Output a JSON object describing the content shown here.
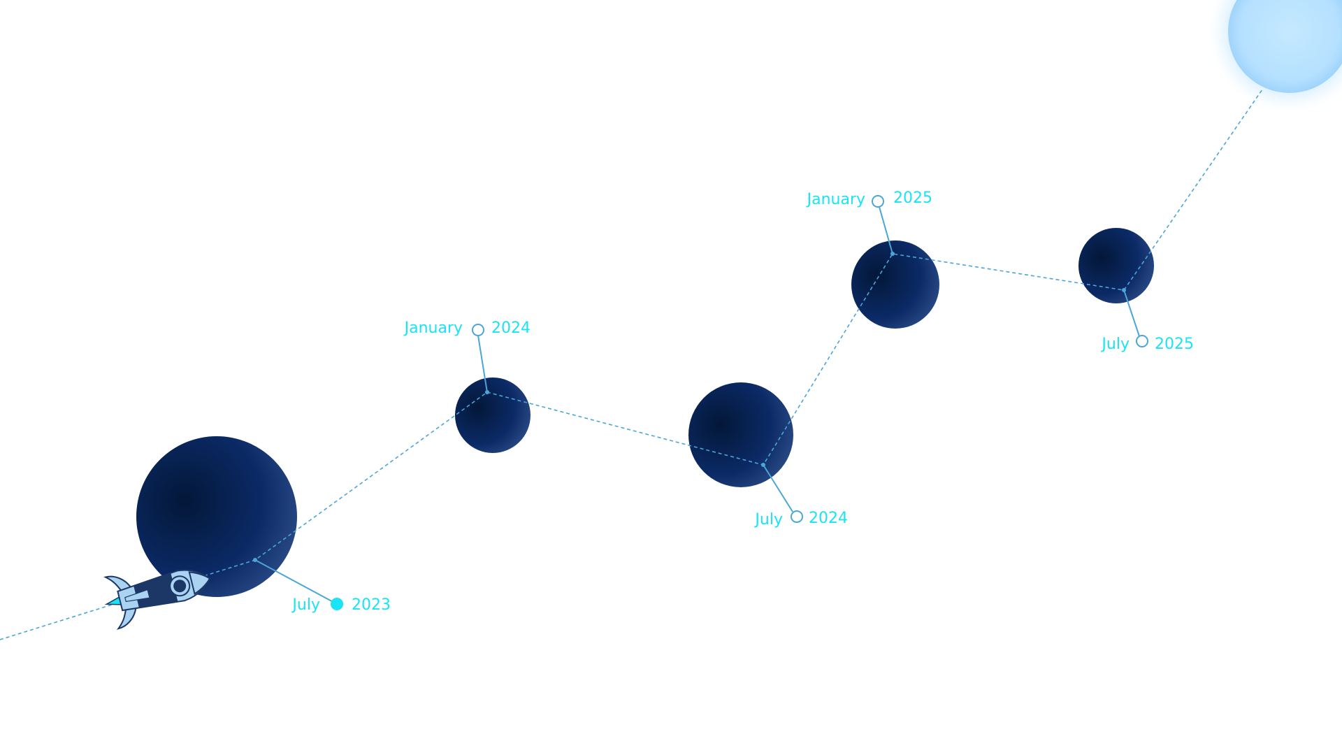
{
  "timeline": {
    "milestones": [
      {
        "month": "July",
        "year": "2023",
        "active": true
      },
      {
        "month": "January",
        "year": "2024",
        "active": false
      },
      {
        "month": "July",
        "year": "2024",
        "active": false
      },
      {
        "month": "January",
        "year": "2025",
        "active": false
      },
      {
        "month": "July",
        "year": "2025",
        "active": false
      }
    ]
  },
  "colors": {
    "planet_dark": "#031738",
    "planet_mid": "#0b2a66",
    "planet_edge": "#1e3f7d",
    "path": "#4aa6d8",
    "label": "#19e3f5",
    "sun": "#bfe6ff",
    "rocket_body": "#a9d3f0",
    "rocket_dark": "#1c3766"
  },
  "icons": {
    "rocket": "rocket-icon",
    "goal": "sun-icon"
  }
}
